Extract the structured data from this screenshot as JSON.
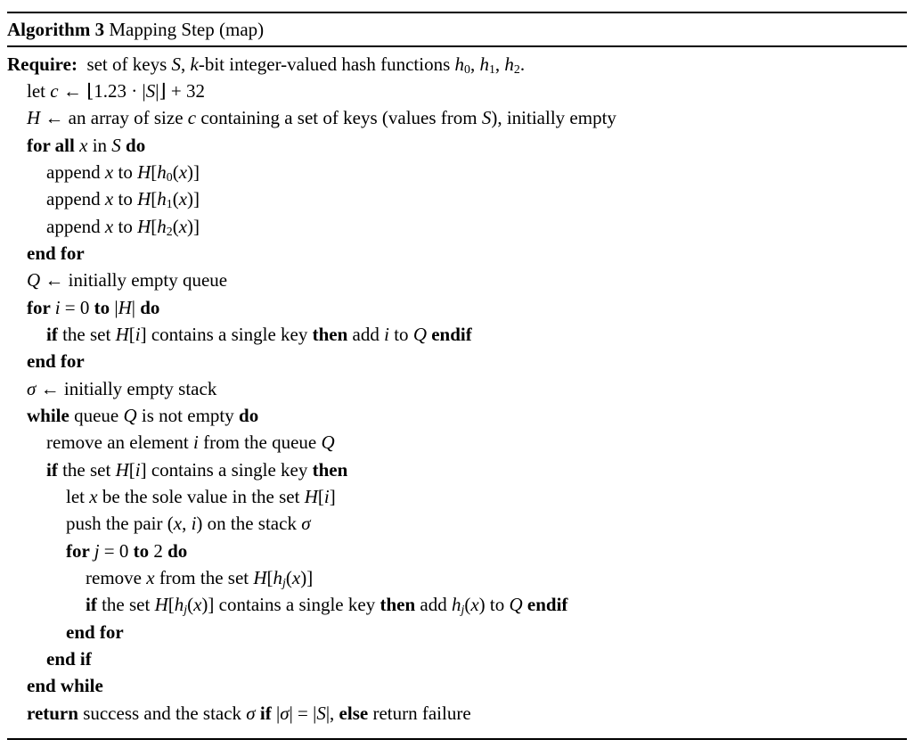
{
  "page": {
    "background_color": "#ffffff",
    "text_color": "#000000",
    "rule_color": "#000000"
  },
  "algorithm": {
    "caption": {
      "label": "Algorithm 3",
      "title": " Mapping Step (map)"
    },
    "lines": [
      {
        "indent": 0,
        "segments": [
          {
            "t": "Require:",
            "b": true
          },
          {
            "t": "  set of keys "
          },
          {
            "t": "S",
            "i": true
          },
          {
            "t": ", "
          },
          {
            "t": "k",
            "i": true
          },
          {
            "t": "-bit integer-valued hash functions "
          },
          {
            "t": "h",
            "i": true
          },
          {
            "t": "0",
            "s": true
          },
          {
            "t": ", "
          },
          {
            "t": "h",
            "i": true
          },
          {
            "t": "1",
            "s": true
          },
          {
            "t": ", "
          },
          {
            "t": "h",
            "i": true
          },
          {
            "t": "2",
            "s": true
          },
          {
            "t": "."
          }
        ]
      },
      {
        "indent": 1,
        "segments": [
          {
            "t": "let "
          },
          {
            "t": "c",
            "i": true
          },
          {
            "t": " ← ⌊1.23 · |"
          },
          {
            "t": "S",
            "i": true
          },
          {
            "t": "|⌋ + 32"
          }
        ]
      },
      {
        "indent": 1,
        "segments": [
          {
            "t": "H",
            "i": true
          },
          {
            "t": " ← an array of size "
          },
          {
            "t": "c",
            "i": true
          },
          {
            "t": " containing a set of keys (values from "
          },
          {
            "t": "S",
            "i": true
          },
          {
            "t": "), initially empty"
          }
        ]
      },
      {
        "indent": 1,
        "segments": [
          {
            "t": "for all ",
            "b": true
          },
          {
            "t": "x",
            "i": true
          },
          {
            "t": " in "
          },
          {
            "t": "S",
            "i": true
          },
          {
            "t": " "
          },
          {
            "t": "do",
            "b": true
          }
        ]
      },
      {
        "indent": 2,
        "segments": [
          {
            "t": "append "
          },
          {
            "t": "x",
            "i": true
          },
          {
            "t": " to "
          },
          {
            "t": "H",
            "i": true
          },
          {
            "t": "["
          },
          {
            "t": "h",
            "i": true
          },
          {
            "t": "0",
            "s": true
          },
          {
            "t": "("
          },
          {
            "t": "x",
            "i": true
          },
          {
            "t": ")]"
          }
        ]
      },
      {
        "indent": 2,
        "segments": [
          {
            "t": "append "
          },
          {
            "t": "x",
            "i": true
          },
          {
            "t": " to "
          },
          {
            "t": "H",
            "i": true
          },
          {
            "t": "["
          },
          {
            "t": "h",
            "i": true
          },
          {
            "t": "1",
            "s": true
          },
          {
            "t": "("
          },
          {
            "t": "x",
            "i": true
          },
          {
            "t": ")]"
          }
        ]
      },
      {
        "indent": 2,
        "segments": [
          {
            "t": "append "
          },
          {
            "t": "x",
            "i": true
          },
          {
            "t": " to "
          },
          {
            "t": "H",
            "i": true
          },
          {
            "t": "["
          },
          {
            "t": "h",
            "i": true
          },
          {
            "t": "2",
            "s": true
          },
          {
            "t": "("
          },
          {
            "t": "x",
            "i": true
          },
          {
            "t": ")]"
          }
        ]
      },
      {
        "indent": 1,
        "segments": [
          {
            "t": "end for",
            "b": true
          }
        ]
      },
      {
        "indent": 1,
        "segments": [
          {
            "t": "Q",
            "i": true
          },
          {
            "t": " ← initially empty queue"
          }
        ]
      },
      {
        "indent": 1,
        "segments": [
          {
            "t": "for ",
            "b": true
          },
          {
            "t": "i",
            "i": true
          },
          {
            "t": " = 0 "
          },
          {
            "t": "to",
            "b": true
          },
          {
            "t": " |"
          },
          {
            "t": "H",
            "i": true
          },
          {
            "t": "| "
          },
          {
            "t": "do",
            "b": true
          }
        ]
      },
      {
        "indent": 2,
        "segments": [
          {
            "t": "if",
            "b": true
          },
          {
            "t": " the set "
          },
          {
            "t": "H",
            "i": true
          },
          {
            "t": "["
          },
          {
            "t": "i",
            "i": true
          },
          {
            "t": "] contains a single key "
          },
          {
            "t": "then",
            "b": true
          },
          {
            "t": " add "
          },
          {
            "t": "i",
            "i": true
          },
          {
            "t": " to "
          },
          {
            "t": "Q",
            "i": true
          },
          {
            "t": " "
          },
          {
            "t": "endif",
            "b": true
          }
        ]
      },
      {
        "indent": 1,
        "segments": [
          {
            "t": "end for",
            "b": true
          }
        ]
      },
      {
        "indent": 1,
        "segments": [
          {
            "t": "σ",
            "i": true
          },
          {
            "t": " ← initially empty stack"
          }
        ]
      },
      {
        "indent": 1,
        "segments": [
          {
            "t": "while",
            "b": true
          },
          {
            "t": " queue "
          },
          {
            "t": "Q",
            "i": true
          },
          {
            "t": " is not empty "
          },
          {
            "t": "do",
            "b": true
          }
        ]
      },
      {
        "indent": 2,
        "segments": [
          {
            "t": "remove an element "
          },
          {
            "t": "i",
            "i": true
          },
          {
            "t": " from the queue "
          },
          {
            "t": "Q",
            "i": true
          }
        ]
      },
      {
        "indent": 2,
        "segments": [
          {
            "t": "if",
            "b": true
          },
          {
            "t": " the set "
          },
          {
            "t": "H",
            "i": true
          },
          {
            "t": "["
          },
          {
            "t": "i",
            "i": true
          },
          {
            "t": "] contains a single key "
          },
          {
            "t": "then",
            "b": true
          }
        ]
      },
      {
        "indent": 3,
        "segments": [
          {
            "t": "let "
          },
          {
            "t": "x",
            "i": true
          },
          {
            "t": " be the sole value in the set "
          },
          {
            "t": "H",
            "i": true
          },
          {
            "t": "["
          },
          {
            "t": "i",
            "i": true
          },
          {
            "t": "]"
          }
        ]
      },
      {
        "indent": 3,
        "segments": [
          {
            "t": "push the pair ("
          },
          {
            "t": "x",
            "i": true
          },
          {
            "t": ", "
          },
          {
            "t": "i",
            "i": true
          },
          {
            "t": ") on the stack "
          },
          {
            "t": "σ",
            "i": true
          }
        ]
      },
      {
        "indent": 3,
        "segments": [
          {
            "t": "for ",
            "b": true
          },
          {
            "t": "j",
            "i": true
          },
          {
            "t": " = 0 "
          },
          {
            "t": "to",
            "b": true
          },
          {
            "t": " 2 "
          },
          {
            "t": "do",
            "b": true
          }
        ]
      },
      {
        "indent": 4,
        "segments": [
          {
            "t": "remove "
          },
          {
            "t": "x",
            "i": true
          },
          {
            "t": " from the set "
          },
          {
            "t": "H",
            "i": true
          },
          {
            "t": "["
          },
          {
            "t": "h",
            "i": true
          },
          {
            "t": "j",
            "s": true,
            "i": true
          },
          {
            "t": "("
          },
          {
            "t": "x",
            "i": true
          },
          {
            "t": ")]"
          }
        ]
      },
      {
        "indent": 4,
        "segments": [
          {
            "t": "if",
            "b": true
          },
          {
            "t": " the set "
          },
          {
            "t": "H",
            "i": true
          },
          {
            "t": "["
          },
          {
            "t": "h",
            "i": true
          },
          {
            "t": "j",
            "s": true,
            "i": true
          },
          {
            "t": "("
          },
          {
            "t": "x",
            "i": true
          },
          {
            "t": ")] contains a single key "
          },
          {
            "t": "then",
            "b": true
          },
          {
            "t": " add "
          },
          {
            "t": "h",
            "i": true
          },
          {
            "t": "j",
            "s": true,
            "i": true
          },
          {
            "t": "("
          },
          {
            "t": "x",
            "i": true
          },
          {
            "t": ") to "
          },
          {
            "t": "Q",
            "i": true
          },
          {
            "t": " "
          },
          {
            "t": "endif",
            "b": true
          }
        ]
      },
      {
        "indent": 3,
        "segments": [
          {
            "t": "end for",
            "b": true
          }
        ]
      },
      {
        "indent": 2,
        "segments": [
          {
            "t": "end if",
            "b": true
          }
        ]
      },
      {
        "indent": 1,
        "segments": [
          {
            "t": "end while",
            "b": true
          }
        ]
      },
      {
        "indent": 1,
        "segments": [
          {
            "t": "return",
            "b": true
          },
          {
            "t": " success and the stack "
          },
          {
            "t": "σ",
            "i": true
          },
          {
            "t": " "
          },
          {
            "t": "if",
            "b": true
          },
          {
            "t": " |"
          },
          {
            "t": "σ",
            "i": true
          },
          {
            "t": "| = |"
          },
          {
            "t": "S",
            "i": true
          },
          {
            "t": "|, "
          },
          {
            "t": "else",
            "b": true
          },
          {
            "t": " return failure"
          }
        ]
      }
    ]
  }
}
